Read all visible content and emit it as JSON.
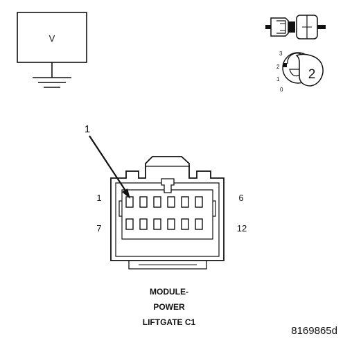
{
  "voltmeter": {
    "label": "V"
  },
  "connector": {
    "callout": "1",
    "pin_first_top": "1",
    "pin_last_top": "6",
    "pin_first_bottom": "7",
    "pin_last_bottom": "12",
    "name_line1": "MODULE-",
    "name_line2": "POWER",
    "name_line3": "LIFTGATE C1"
  },
  "probe_icon": {
    "dial_mark_3": "3",
    "dial_mark_2": "2",
    "dial_mark_1": "1",
    "dial_mark_0": "0",
    "number": "2"
  },
  "figure_id": "8169865d"
}
